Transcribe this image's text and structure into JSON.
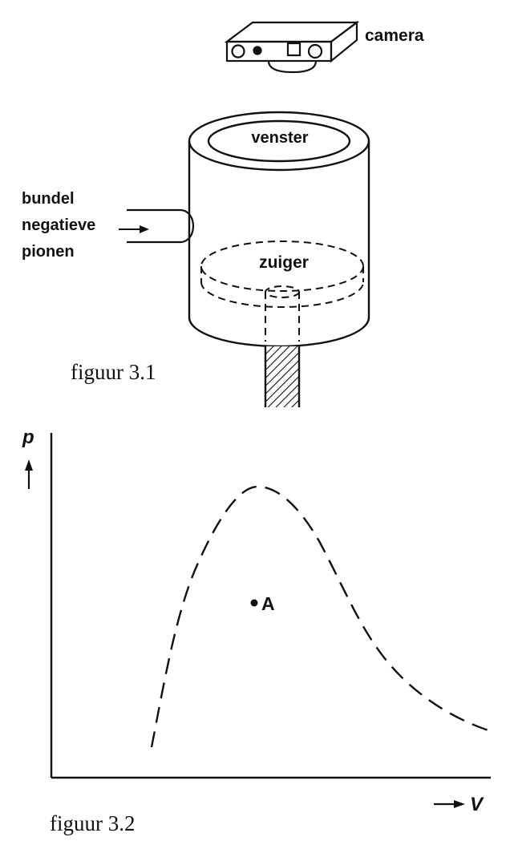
{
  "figure1": {
    "camera_label": "camera",
    "window_label": "venster",
    "piston_label": "zuiger",
    "beam_lines": [
      "bundel",
      "negatieve",
      "pionen"
    ],
    "caption": "figuur 3.1"
  },
  "figure2": {
    "y_axis_label": "p",
    "x_axis_label": "V",
    "point_label": "A",
    "caption": "figuur 3.2"
  }
}
